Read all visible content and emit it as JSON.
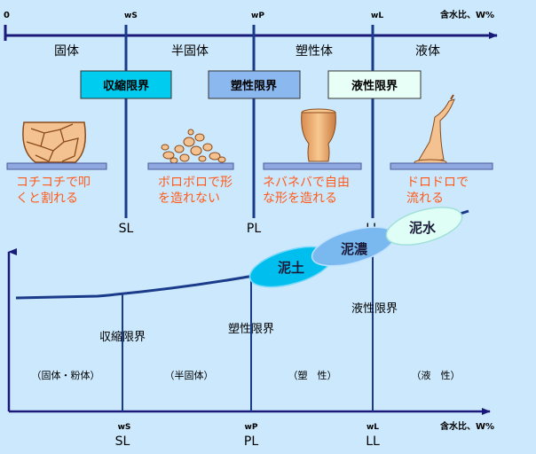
{
  "top_axis": {
    "origin_label": "0",
    "tick_labels": [
      "wS",
      "wP",
      "wL"
    ],
    "axis_label": "含水比、W%"
  },
  "states": [
    "固体",
    "半固体",
    "塑性体",
    "液体"
  ],
  "limit_boxes": [
    "収縮限界",
    "塑性限界",
    "液性限界"
  ],
  "descriptions": [
    [
      "コチコチで叩",
      "くと割れる"
    ],
    [
      "ボロボロで形",
      "を造れない"
    ],
    [
      "ネバネバで自由",
      "な形を造れる"
    ],
    [
      "ドロドロで",
      "流れる"
    ]
  ],
  "limit_abbrevs": [
    "SL",
    "PL",
    "LL"
  ],
  "mud_labels": [
    "泥土",
    "泥濃",
    "泥水"
  ],
  "lower_limit_labels": [
    "収縮限界",
    "塑性限界",
    "液性限界"
  ],
  "region_labels": [
    "（固体・粉体）",
    "（半固体）",
    "（塑　性）",
    "（液　性）"
  ],
  "bottom_axis": {
    "tick_labels": [
      "wS",
      "wP",
      "wL"
    ],
    "abbrevs": [
      "SL",
      "PL",
      "LL"
    ],
    "axis_label": "含水比、W%"
  },
  "colors": {
    "background": "#cce8fc",
    "axis": "#1a1a7a",
    "limit_line": "#1a3a8a",
    "box_cyan": "#00ccf0",
    "box_blue": "#8cb8f0",
    "box_light": "#e8fff8",
    "shelf": "#8fa8e0",
    "description_text": "#ff5a1a",
    "mud1": "#00bfee",
    "mud2": "#7ab8f0",
    "mud3": "#dffff6"
  }
}
